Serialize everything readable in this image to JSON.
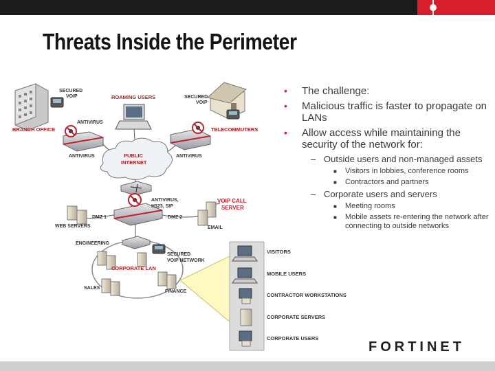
{
  "slide": {
    "title": "Threats Inside the Perimeter",
    "logo_text": "FORTINET",
    "colors": {
      "accent": "#d81e2a",
      "dark_bar": "#1c1c1c",
      "footer": "#cfcfcf",
      "callout": "#fff8c0"
    }
  },
  "bullets": {
    "challenge": "The challenge:",
    "malicious": "Malicious traffic is faster to propagate on LANs",
    "allow": "Allow access while maintaining the security of the network for:",
    "outside": "Outside users and non-managed assets",
    "visitors": "Visitors in lobbies, conference rooms",
    "contractors": "Contractors and partners",
    "corporate": "Corporate users and servers",
    "meeting": "Meeting rooms",
    "mobile": "Mobile assets re-entering the network after connecting to outside networks"
  },
  "diagram": {
    "secured_voip_left": [
      "SECURED",
      "VOIP"
    ],
    "branch_office": "BRANCH OFFICE",
    "antivirus_branch": "ANTIVIRUS",
    "antivirus_left": "ANTIVIRUS",
    "roaming_users": "ROAMING USERS",
    "secured_voip_right": [
      "SECURED",
      "VOIP"
    ],
    "telecommuters": "TELECOMMUTERS",
    "antivirus_right": "ANTIVIRUS",
    "public_internet": [
      "PUBLIC",
      "INTERNET"
    ],
    "antivirus_h323": [
      "ANTIVIRUS,",
      "H323, SIP"
    ],
    "voip_call_server": [
      "VOIP CALL",
      "SERVER"
    ],
    "dmz1": "DMZ 1",
    "dmz2": "DMZ 2",
    "web_servers": "WEB SERVERS",
    "email": "EMAIL",
    "engineering": "ENGINEERING",
    "secured_voip_network": [
      "SECURED",
      "VOIP NETWORK"
    ],
    "corporate_lan": "CORPORATE LAN",
    "sales": "SALES",
    "finance": "FINANCE",
    "legend": [
      "VISITORS",
      "MOBILE USERS",
      "CONTRACTOR WORKSTATIONS",
      "CORPORATE SERVERS",
      "CORPORATE USERS"
    ]
  }
}
